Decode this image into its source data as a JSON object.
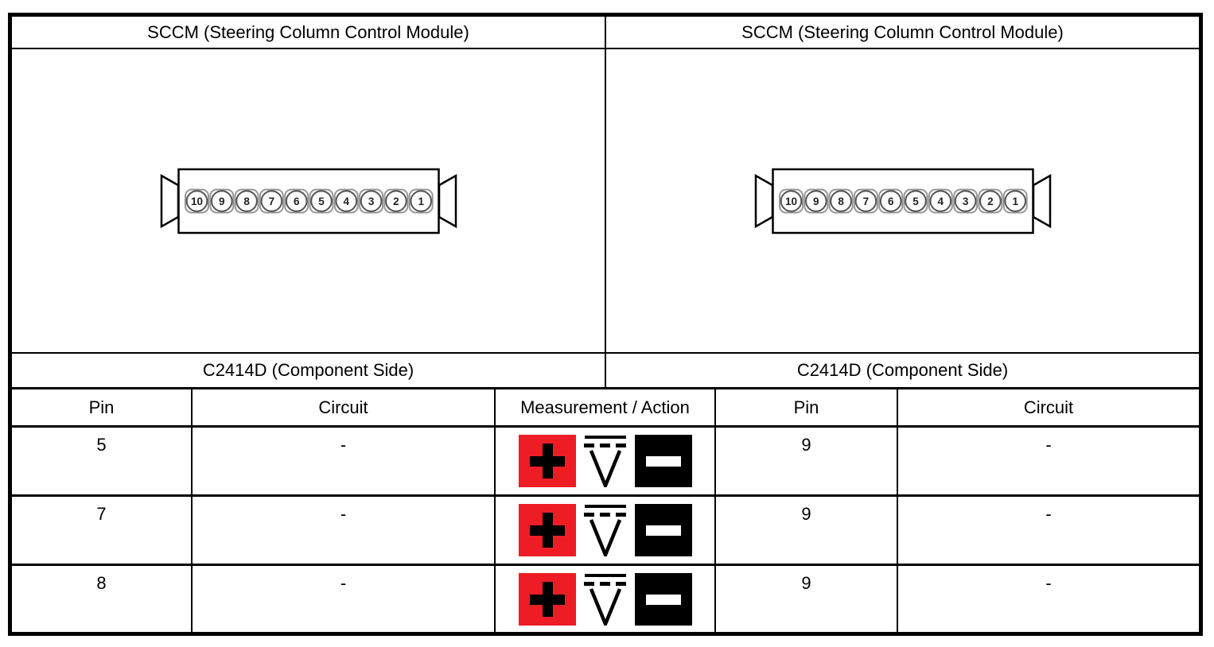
{
  "left_panel": {
    "title": "SCCM (Steering Column Control Module)",
    "connector_label": "C2414D (Component Side)",
    "pins": [
      "10",
      "9",
      "8",
      "7",
      "6",
      "5",
      "4",
      "3",
      "2",
      "1"
    ]
  },
  "right_panel": {
    "title": "SCCM (Steering Column Control Module)",
    "connector_label": "C2414D (Component Side)",
    "pins": [
      "10",
      "9",
      "8",
      "7",
      "6",
      "5",
      "4",
      "3",
      "2",
      "1"
    ]
  },
  "table": {
    "headers": {
      "left_pin": "Pin",
      "left_circuit": "Circuit",
      "measurement": "Measurement / Action",
      "right_pin": "Pin",
      "right_circuit": "Circuit"
    },
    "rows": [
      {
        "left_pin": "5",
        "left_circuit": "-",
        "right_pin": "9",
        "right_circuit": "-"
      },
      {
        "left_pin": "7",
        "left_circuit": "-",
        "right_pin": "9",
        "right_circuit": "-"
      },
      {
        "left_pin": "8",
        "left_circuit": "-",
        "right_pin": "9",
        "right_circuit": "-"
      }
    ],
    "measurement_icons": [
      {
        "name": "positive-probe-icon",
        "symbol": "+"
      },
      {
        "name": "dc-voltage-icon",
        "symbol": "V"
      },
      {
        "name": "negative-probe-icon",
        "symbol": "−"
      }
    ]
  },
  "colors": {
    "positive_red": "#ee1c25",
    "negative_black": "#000000",
    "pin_square_gray": "#979797",
    "pin_circle_gray": "#555555"
  }
}
